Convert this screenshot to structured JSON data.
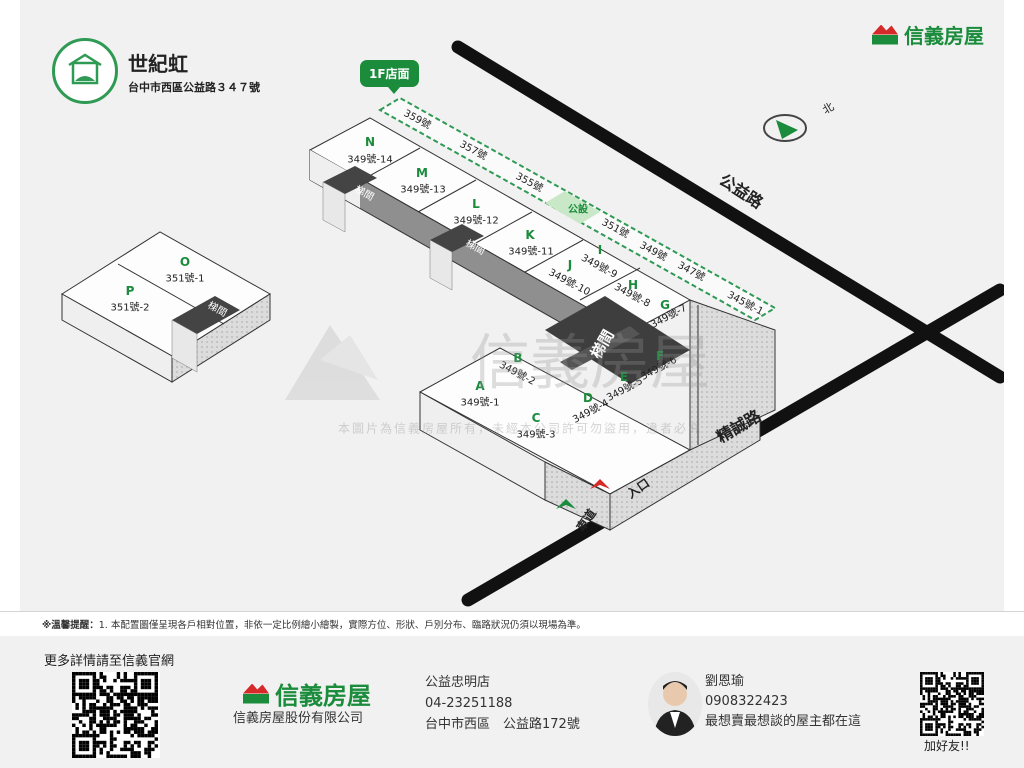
{
  "brand": {
    "name": "信義房屋",
    "company": "信義房屋股份有限公司"
  },
  "building": {
    "name": "世紀虹",
    "address": "台中市西區公益路３４７號"
  },
  "store_tag": "1F店面",
  "roads": {
    "gongyi": "公益路",
    "jingcheng": "精誠路"
  },
  "compass": "北",
  "entrance": {
    "car": "車道",
    "in": "入口"
  },
  "stair_label": "梯間",
  "public_label": "公設",
  "units": [
    {
      "letter": "N",
      "num": "349號-14"
    },
    {
      "letter": "M",
      "num": "349號-13"
    },
    {
      "letter": "L",
      "num": "349號-12"
    },
    {
      "letter": "K",
      "num": "349號-11"
    },
    {
      "letter": "J",
      "num": "349號-10"
    },
    {
      "letter": "I",
      "num": "349號-9"
    },
    {
      "letter": "H",
      "num": "349號-8"
    },
    {
      "letter": "G",
      "num": "349號-7"
    },
    {
      "letter": "O",
      "num": "351號-1"
    },
    {
      "letter": "P",
      "num": "351號-2"
    },
    {
      "letter": "A",
      "num": "349號-1"
    },
    {
      "letter": "B",
      "num": "349號-2"
    },
    {
      "letter": "C",
      "num": "349號-3"
    },
    {
      "letter": "D",
      "num": "349號-4"
    },
    {
      "letter": "E",
      "num": "349號-5"
    },
    {
      "letter": "F",
      "num": "349號-6"
    }
  ],
  "storefronts": [
    "359號",
    "357號",
    "355號",
    "351號",
    "349號",
    "347號",
    "345號-1"
  ],
  "watermark": {
    "title": "信義房屋",
    "text": "本圖片為信義房屋所有，未經本公司許可勿盜用，違者必究"
  },
  "disclaimer": {
    "label": "※溫馨提醒：",
    "text": "1. 本配置圖僅呈現各戶相對位置，非依一定比例繪小繪製，實際方位、形狀、戶別分布、臨路狀況仍須以現場為準。"
  },
  "footer": {
    "more_info": "更多詳情請至信義官網",
    "branch_name": "公益忠明店",
    "branch_phone": "04-23251188",
    "branch_address": "台中市西區　公益路172號",
    "agent_name": "劉恩瑜",
    "agent_phone": "0908322423",
    "agent_slogan": "最想賣最想談的屋主都在這",
    "add_friend": "加好友!!"
  },
  "colors": {
    "green": "#1a8c3c",
    "red": "#d62a2a",
    "road": "#111111"
  }
}
